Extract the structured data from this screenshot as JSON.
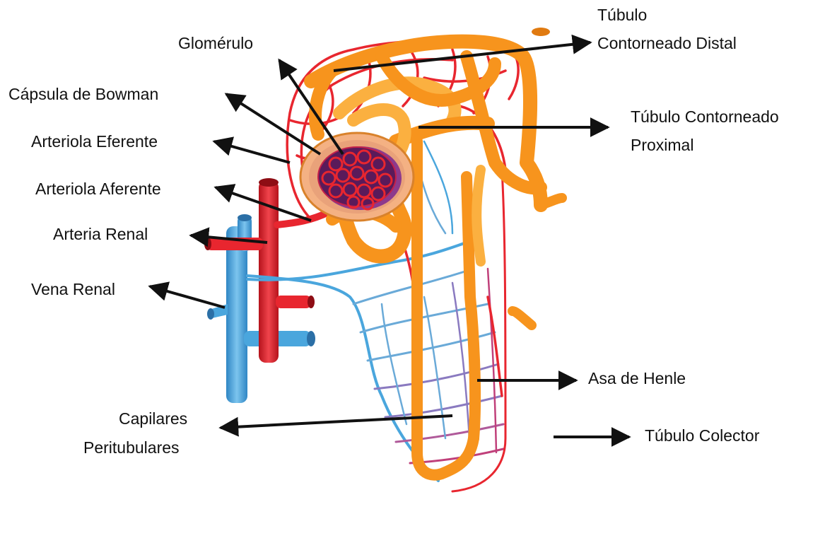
{
  "labels": {
    "glomerulo": "Glomérulo",
    "capsula_bowman": "Cápsula de Bowman",
    "arteriola_eferente": "Arteriola Eferente",
    "arteriola_aferente": "Arteriola Aferente",
    "arteria_renal": "Arteria Renal",
    "vena_renal": "Vena Renal",
    "capilares_line1": "Capilares",
    "capilares_line2": "Peritubulares",
    "tubulo_distal_line1": "Túbulo",
    "tubulo_distal_line2": "Contorneado Distal",
    "tubulo_proximal_line1": "Túbulo Contorneado",
    "tubulo_proximal_line2": "Proximal",
    "asa_henle": "Asa de Henle",
    "tubulo_colector": "Túbulo Colector"
  },
  "colors": {
    "artery": "#e8262f",
    "vein": "#4aa6dd",
    "tubule": "#f7941d",
    "tubule_light": "#fbb040",
    "glomerulus": "#7a1f6a",
    "capsule": "#f4b183",
    "arrow": "#111111"
  }
}
